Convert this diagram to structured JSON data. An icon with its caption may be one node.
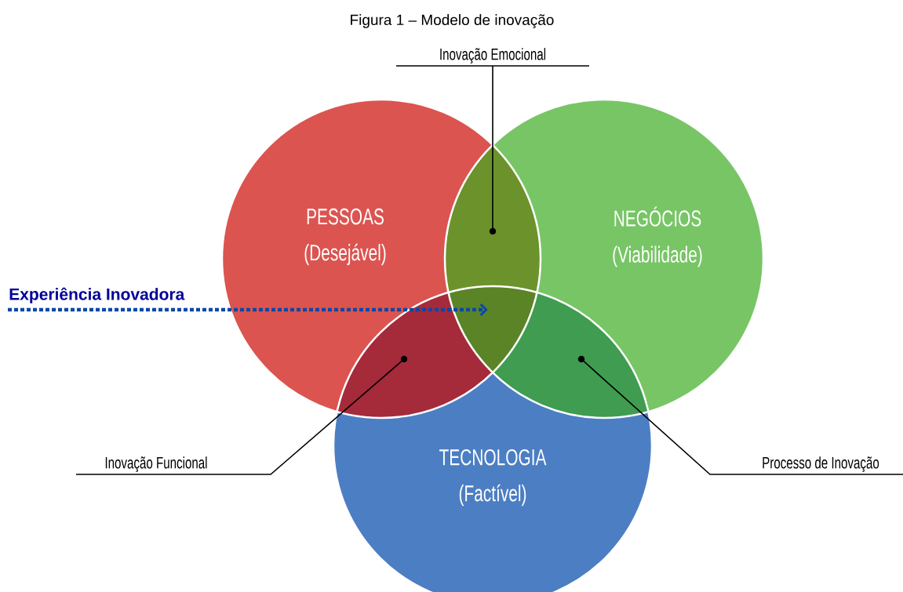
{
  "diagram": {
    "title": "Figura 1 –  Modelo de inovação",
    "nodes": [
      {
        "text": [
          "PESSOAS",
          "(Desejável)"
        ]
      },
      {
        "text": [
          "NEGÓCIOS",
          "(Viabilidade)"
        ]
      },
      {
        "text": [
          "TECNOLOGIA",
          "(Factível)"
        ]
      },
      {
        "text": [
          "Inovação Emocional"
        ]
      },
      {
        "text": [
          "Experiência Inovadora"
        ]
      },
      {
        "text": [
          "Inovação Funcional"
        ]
      },
      {
        "text": [
          "Processo de Inovação"
        ]
      },
      {
        "text": [],
        "shape": "lens"
      },
      {
        "text": [],
        "shape": "lens"
      },
      {
        "text": [],
        "shape": "lens"
      },
      {
        "text": [],
        "shape": "lens"
      }
    ],
    "edges": [
      {
        "from": 3,
        "to": 7,
        "arrow": "none"
      },
      {
        "from": 4,
        "to": 8,
        "arrow": "to",
        "style": "dashed",
        "color": "#0b47a8"
      },
      {
        "from": 5,
        "to": 9,
        "arrow": "none"
      },
      {
        "from": 6,
        "to": 10,
        "arrow": "none"
      }
    ]
  }
}
